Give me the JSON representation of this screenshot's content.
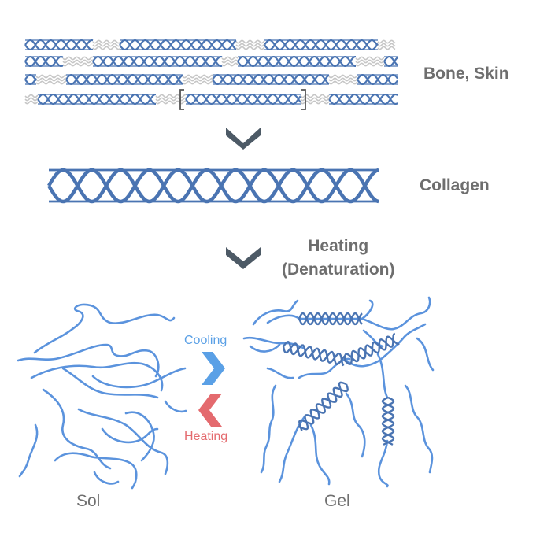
{
  "labels": {
    "bone_skin": "Bone, Skin",
    "collagen": "Collagen",
    "heating_line1": "Heating",
    "heating_line2": "(Denaturation)",
    "cooling": "Cooling",
    "heating": "Heating",
    "sol": "Sol",
    "gel": "Gel"
  },
  "colors": {
    "helix": "#4a74b2",
    "strand": "#5b93dd",
    "fiber_gap": "#c6c6c6",
    "arrow": "#4d5a66",
    "cooling": "#5aa0e6",
    "heating": "#e46a6e",
    "label": "#6e6e6e"
  },
  "icons": {
    "down_arrows": [
      "chevron-down-icon",
      "chevron-down-icon"
    ],
    "cooling_arrow": "chevron-right-icon",
    "heating_arrow": "chevron-left-icon"
  }
}
